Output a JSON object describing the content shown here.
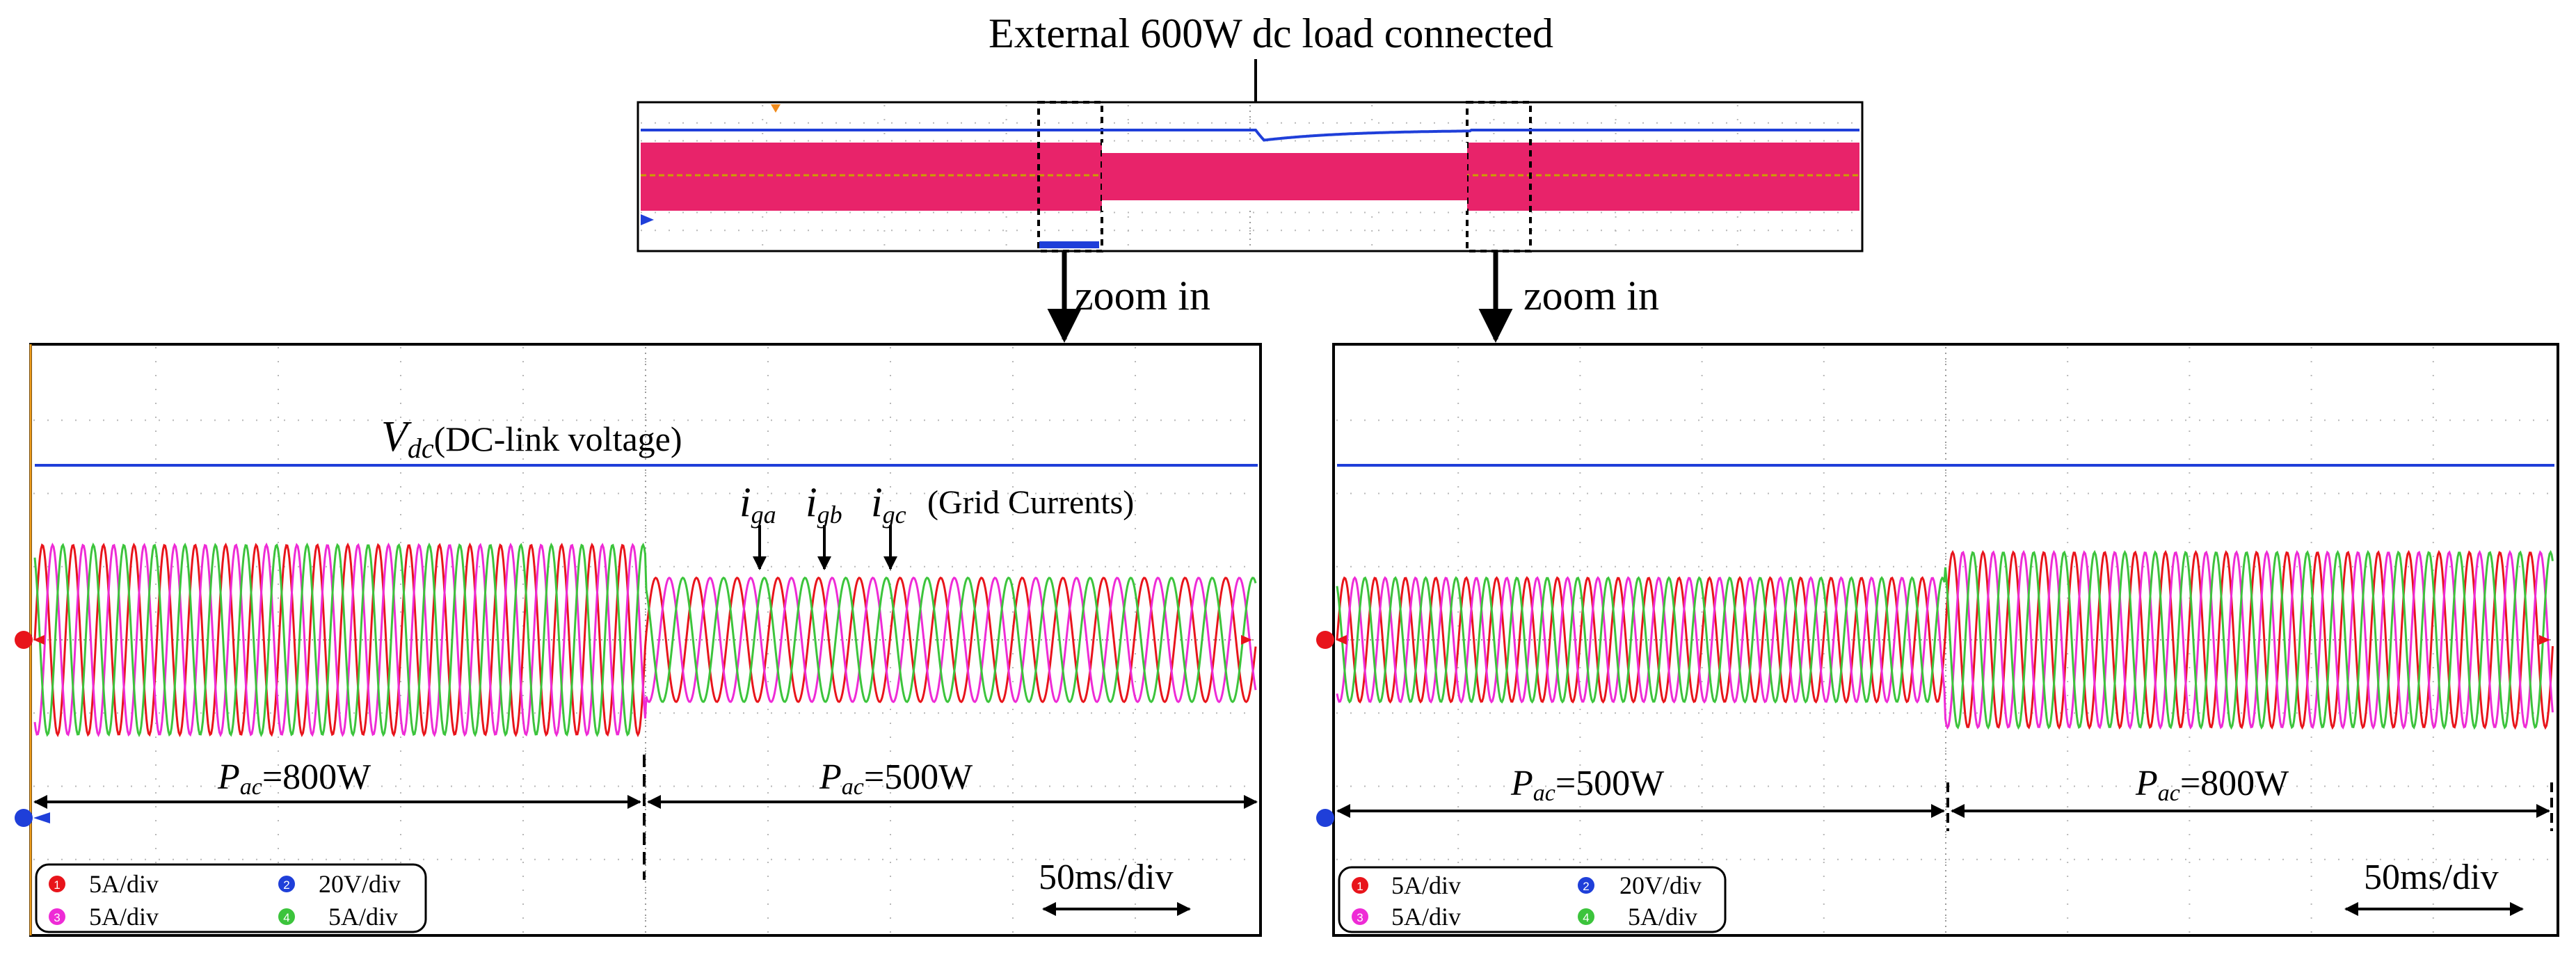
{
  "annotation": {
    "load_event": "External 600W dc load connected",
    "zoom_left": "zoom in",
    "zoom_right": "zoom in",
    "vdc_symbol": "V",
    "vdc_sub": "dc",
    "vdc_desc": "(DC-link voltage)",
    "grid_currents": "(Grid Currents)",
    "iga_sub": "ga",
    "igb_sub": "gb",
    "igc_sub": "gc",
    "i_symbol": "i",
    "pac_symbol": "P",
    "pac_sub": "ac"
  },
  "legend": {
    "ch1_num": "1",
    "ch1": "5A/div",
    "ch2_num": "2",
    "ch2": "20V/div",
    "ch3_num": "3",
    "ch3": "5A/div",
    "ch4_num": "4",
    "ch4": "5A/div",
    "timebase": "50ms/div"
  },
  "colors": {
    "ch1": "#e8141b",
    "ch2": "#1f3fd9",
    "ch3": "#ee2bd6",
    "ch4": "#3cc43c",
    "overview_fill": "#e8236a"
  },
  "chart_data": [
    {
      "type": "line",
      "panel": "overview",
      "annotation": "External 600W dc load connected",
      "series": [
        {
          "channel": 2,
          "scale": "20V/div"
        },
        {
          "channel": 1,
          "scale": "5A/div"
        }
      ]
    },
    {
      "type": "line",
      "panel": "zoom-left",
      "timebase": "50ms/div",
      "segments": [
        {
          "label": "=800W",
          "power_w": 800,
          "amplitude_div": 1.3,
          "cycles": 20
        },
        {
          "label": "=500W",
          "power_w": 500,
          "amplitude_div": 0.85,
          "cycles": 15
        }
      ],
      "series": [
        {
          "name": "V_dc (DC-link voltage)",
          "channel": 2,
          "scale": "20V/div"
        },
        {
          "name": "i_ga",
          "channel": 1,
          "scale": "5A/div"
        },
        {
          "name": "i_gb",
          "channel": 3,
          "scale": "5A/div"
        },
        {
          "name": "i_gc",
          "channel": 4,
          "scale": "5A/div"
        }
      ]
    },
    {
      "type": "line",
      "panel": "zoom-right",
      "timebase": "50ms/div",
      "segments": [
        {
          "label": "=500W",
          "power_w": 500,
          "amplitude_div": 0.85,
          "cycles": 20
        },
        {
          "label": "=800W",
          "power_w": 800,
          "amplitude_div": 1.2,
          "cycles": 20
        }
      ],
      "series": [
        {
          "channel": 2,
          "scale": "20V/div"
        },
        {
          "channel": 1,
          "scale": "5A/div"
        },
        {
          "channel": 3,
          "scale": "5A/div"
        },
        {
          "channel": 4,
          "scale": "5A/div"
        }
      ]
    }
  ]
}
